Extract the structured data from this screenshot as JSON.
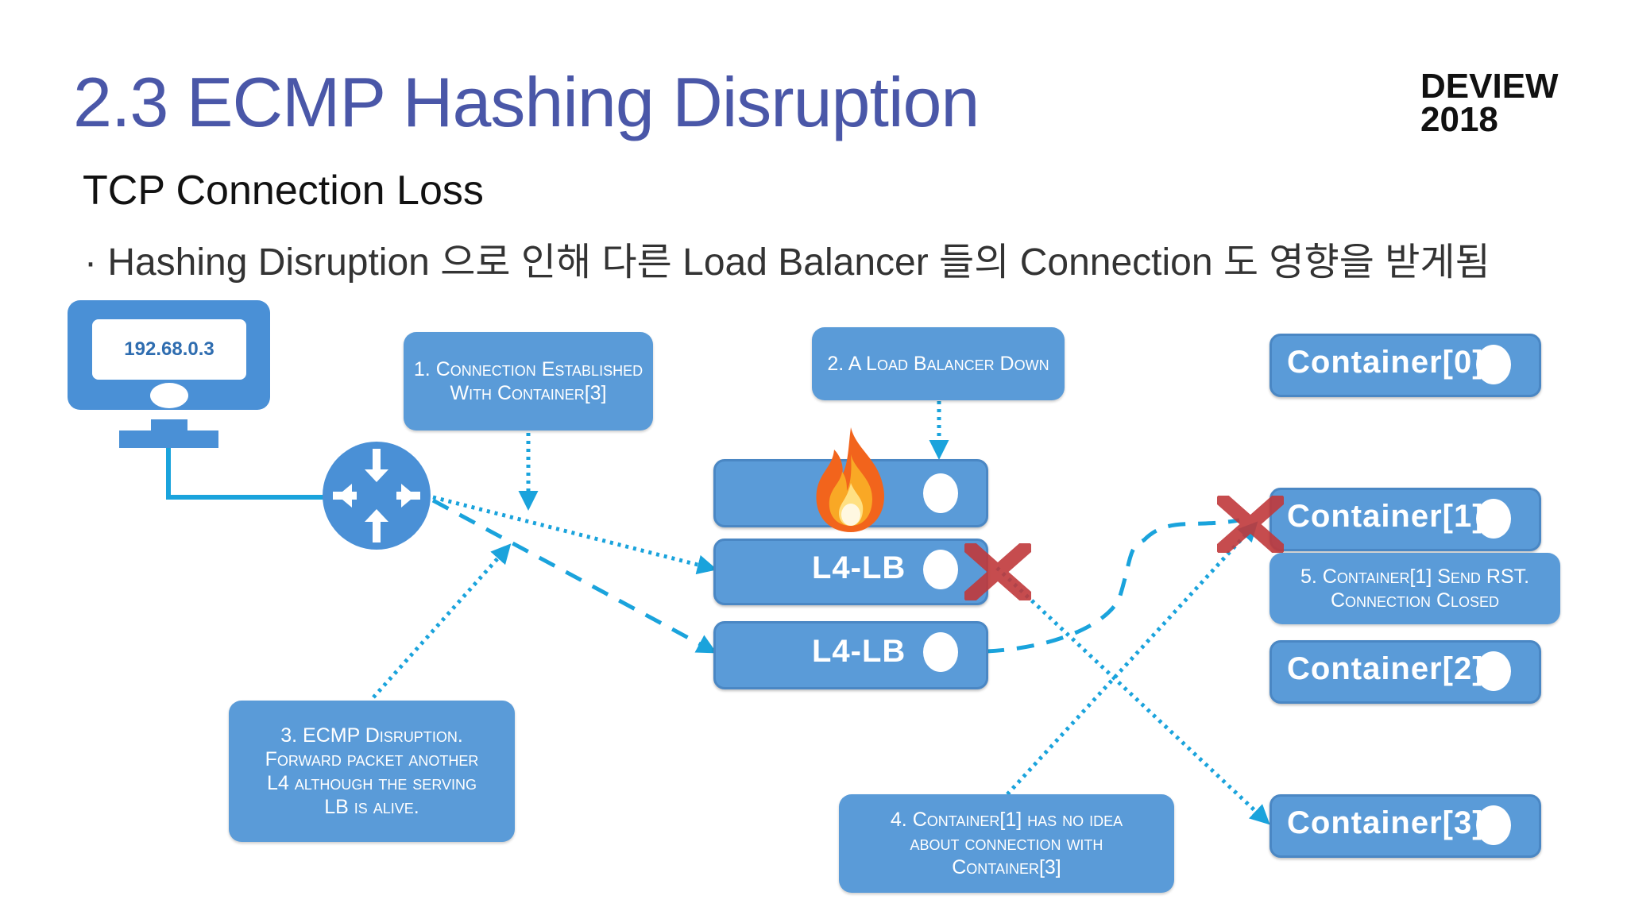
{
  "header": {
    "title": "2.3 ECMP Hashing Disruption",
    "brand_line1": "DEVIEW",
    "brand_line2": "2018",
    "subtitle": "TCP Connection Loss",
    "bullet": "· Hashing Disruption 으로 인해 다른 Load Balancer 들의 Connection 도 영향을 받게됨"
  },
  "client": {
    "ip": "192.68.0.3"
  },
  "load_balancers": [
    {
      "label": "",
      "status": "down"
    },
    {
      "label": "L4-LB"
    },
    {
      "label": "L4-LB"
    }
  ],
  "containers": [
    "Container[0]",
    "Container[1]",
    "Container[2]",
    "Container[3]"
  ],
  "notes": {
    "step1": "1. Connection Established With Container[3]",
    "step2": "2. A Load Balancer Down",
    "step3": "3. ECMP Disruption. Forward packet another L4 although the serving LB is alive.",
    "step4": "4. Container[1] has no idea about connection with Container[3]",
    "step5": "5. Container[1] Send RST. Connection Closed"
  },
  "colors": {
    "title": "#4a57a8",
    "box": "#5a9bd8",
    "line": "#1aa3dc",
    "cross": "#c0393b"
  },
  "icons": [
    "monitor-icon",
    "router-icon",
    "fire-icon",
    "cross-icon"
  ]
}
